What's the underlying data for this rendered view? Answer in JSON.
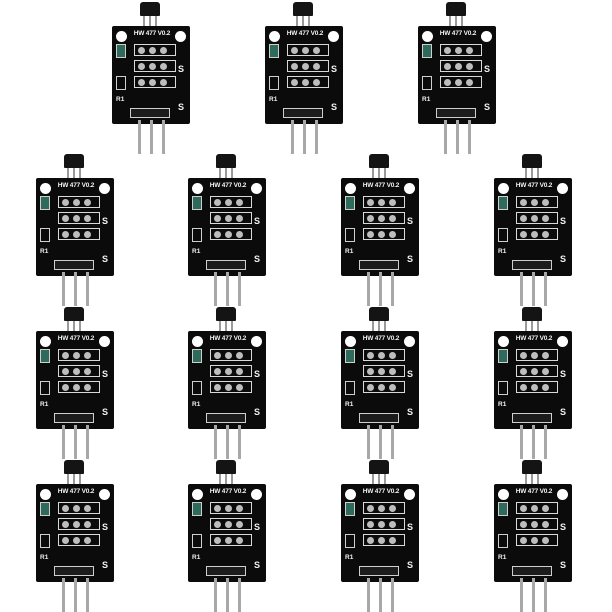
{
  "photo": {
    "subject": "hall-sensor-module",
    "module_count": 15,
    "board_label": "HW 477 V0.2",
    "side_label": "S",
    "resistor_label": "R1",
    "colors": {
      "board": "#0b0b0b",
      "silkscreen": "#f2f2f2",
      "pins": "#a8a8a8",
      "background": "#ffffff"
    }
  }
}
